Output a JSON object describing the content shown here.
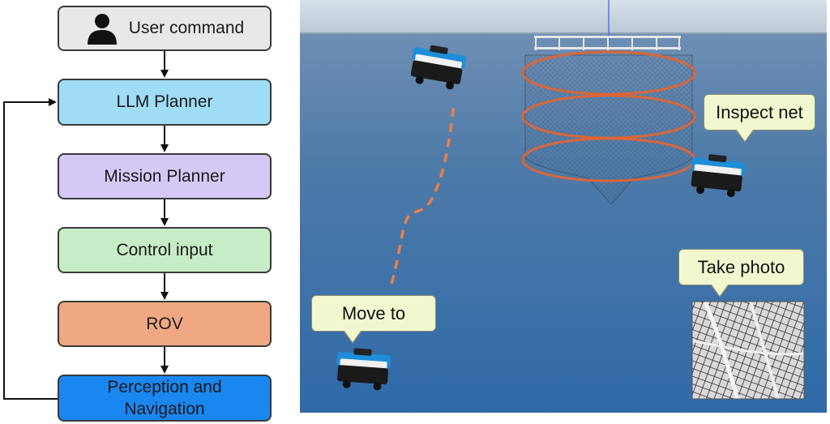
{
  "flow": {
    "user_command": "User command",
    "llm_planner": "LLM Planner",
    "mission_planner": "Mission Planner",
    "control_input": "Control input",
    "rov": "ROV",
    "perception_line1": "Perception and",
    "perception_line2": "Navigation"
  },
  "colors": {
    "user_command": "#e8e8e8",
    "llm_planner": "#9fdcf5",
    "mission_planner": "#d6c8f4",
    "control_input": "#c6edc6",
    "rov": "#efa882",
    "perception": "#1a86f0",
    "trajectory": "#e8804a",
    "ring": "#d8663a",
    "callout": "#f1f7cf"
  },
  "scene": {
    "callouts": {
      "inspect_net": "Inspect net",
      "move_to": "Move to",
      "take_photo": "Take photo"
    }
  }
}
